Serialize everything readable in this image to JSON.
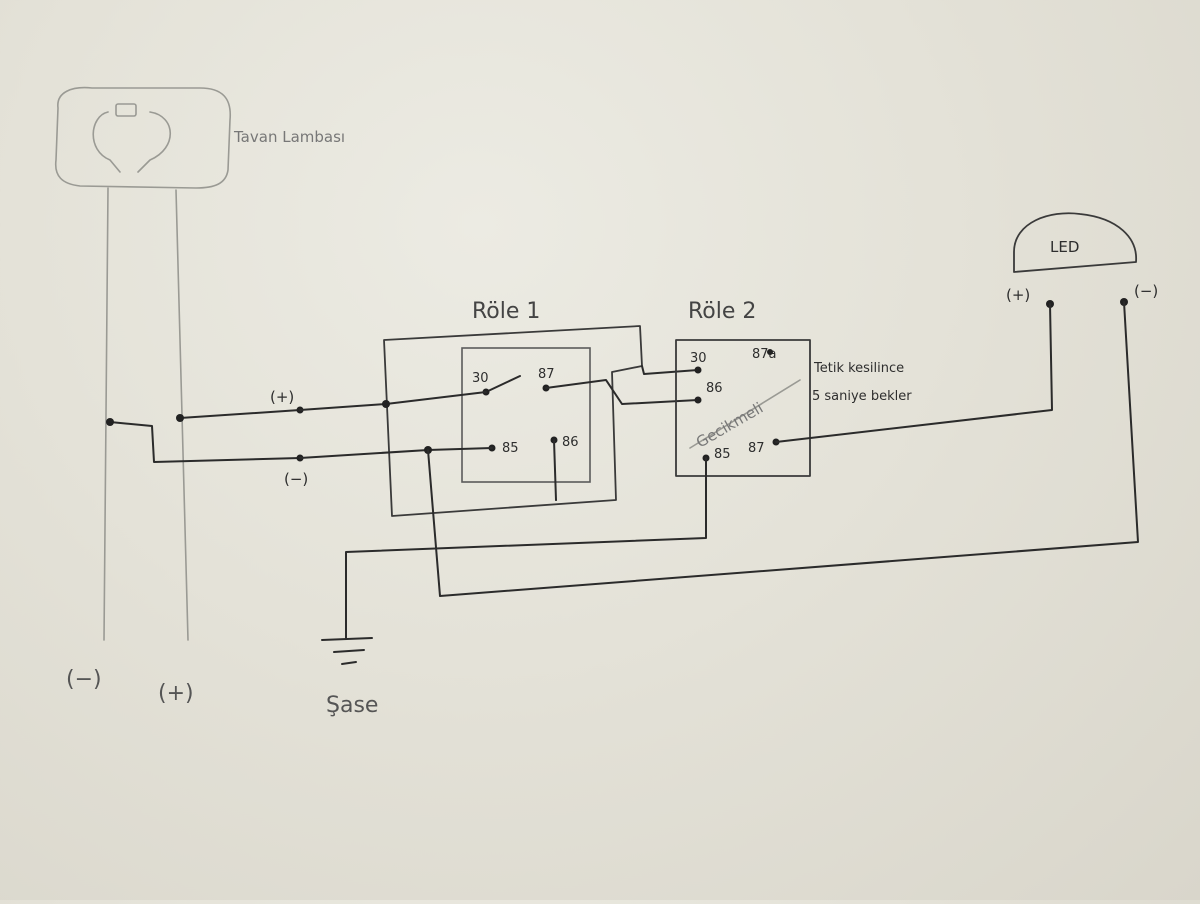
{
  "lamp": {
    "label": "Tavan Lambası",
    "minus_label": "(−)",
    "plus_label": "(+)"
  },
  "input": {
    "plus_label": "(+)",
    "minus_label": "(−)"
  },
  "relay1": {
    "title": "Röle 1",
    "pin_30": "30",
    "pin_87": "87",
    "pin_85": "85",
    "pin_86": "86"
  },
  "relay2": {
    "title": "Röle 2",
    "pin_30": "30",
    "pin_87a": "87a",
    "pin_86": "86",
    "pin_85": "85",
    "pin_87": "87",
    "inner_note": "Gecikmeli"
  },
  "note": {
    "line1": "Tetik kesilince",
    "line2": "5 saniye bekler"
  },
  "led": {
    "label": "LED",
    "plus_label": "(+)",
    "minus_label": "(−)"
  },
  "ground": {
    "label": "Şase"
  }
}
